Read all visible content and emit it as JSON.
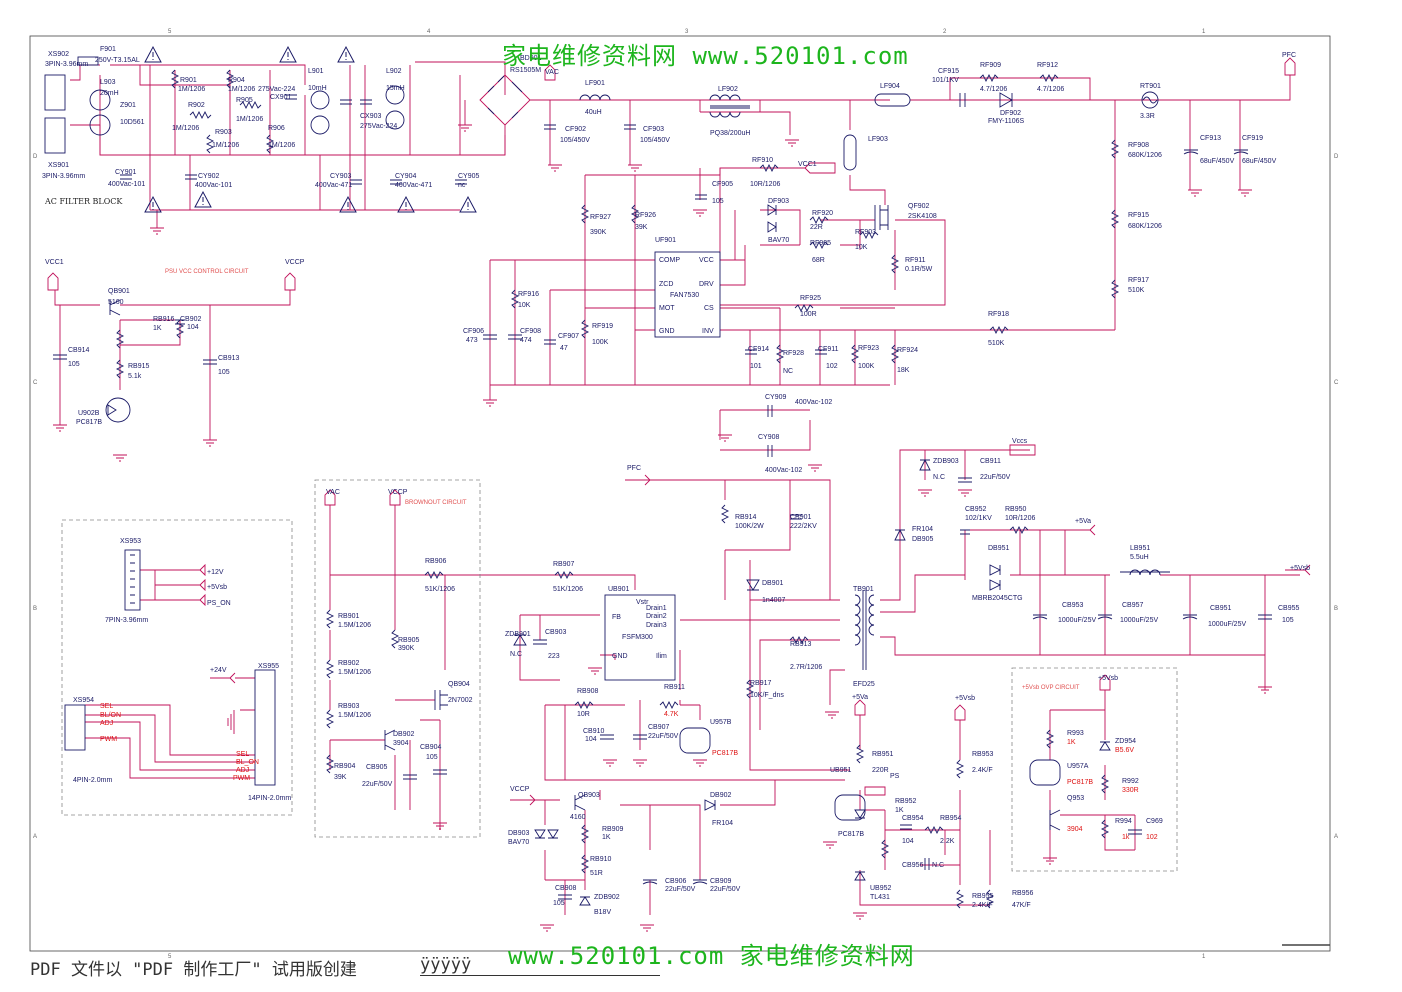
{
  "watermark_top": "家电维修资料网  www.520101.com",
  "watermark_bottom": "www.520101.com 家电维修资料网",
  "footer_text": "PDF 文件以 \"PDF 制作工厂\" 试用版创建",
  "footer_user": "ÿÿÿÿÿ",
  "blocks": {
    "ac_filter": "AC FILTER BLOCK",
    "psu_vcc": "PSU VCC CONTROL CIRCUIT",
    "brownout": "BROWNOUT CIRCUIT",
    "ovp": "+5Vsb OVP CIRCUIT"
  },
  "nets": {
    "vac": "VAC",
    "vcc1": "VCC1",
    "vccp": "VCCP",
    "pfc": "PFC",
    "vccs": "Vccs",
    "p5va": "+5Va",
    "p5vsb": "+5Vsb",
    "p24v": "+24V",
    "p12v": "+12V",
    "ps": "PS",
    "ps_on": "PS_ON"
  },
  "labels": {
    "xs902": "XS902",
    "xs902_v": "3PIN-3.96mm",
    "f901": "F901",
    "f901_v": "250V-T3.15AL",
    "l903": "L903",
    "l903_v": "20mH",
    "z901": "Z901",
    "z901_v": "10D561",
    "xs901": "XS901",
    "xs901_v": "3PIN-3.96mm",
    "r901": "R901",
    "r901_v": "1M/1206",
    "r902": "R902",
    "r902_v": "1M/1206",
    "r903": "R903",
    "r903_v": "1M/1206",
    "r904": "R904",
    "r904_v": "1M/1206",
    "r905": "R905",
    "r905_v": "1M/1206",
    "r906": "R906",
    "r906_v": "1M/1206",
    "cx901": "CX901",
    "cx901_v": "275Vac-224",
    "l901": "L901",
    "l901_v": "10mH",
    "l902": "L902",
    "l902_v": "15mH",
    "cx903": "CX903",
    "cx903_v": "275Vac-224",
    "cy901": "CY901",
    "cy901_v": "400Vac-101",
    "cy902": "CY902",
    "cy902_v": "400Vac-101",
    "cy903": "CY903",
    "cy903_v": "400Vac-471",
    "cy904": "CY904",
    "cy904_v": "400Vac-471",
    "cy905": "CY905",
    "cy905_v": "nc",
    "bd901": "BD901",
    "bd901_v": "RS1505M",
    "lf901": "LF901",
    "lf901_v": "40uH",
    "cf902": "CF902",
    "cf902_v": "105/450V",
    "cf903": "CF903",
    "cf903_v": "105/450V",
    "lf902": "LF902",
    "lf902_v": "PQ38/200uH",
    "lf904": "LF904",
    "lf903": "LF903",
    "cf915": "CF915",
    "cf915_v": "101/1KV",
    "rf909": "RF909",
    "rf909_v": "4.7/1206",
    "rf912": "RF912",
    "rf912_v": "4.7/1206",
    "df902": "DF902",
    "df902_v": "FMY-1106S",
    "rt901": "RT901",
    "rt901_v": "3.3R",
    "rf908": "RF908",
    "rf908_v": "680K/1206",
    "cf913": "CF913",
    "cf913_v": "68uF/450V",
    "cf919": "CF919",
    "cf919_v": "68uF/450V",
    "rf915": "RF915",
    "rf915_v": "680K/1206",
    "rf917": "RF917",
    "rf917_v": "510K",
    "qf902": "QF902",
    "qf902_v": "2SK4108",
    "rf910": "RF910",
    "rf910_v": "10R/1206",
    "cf905": "CF905",
    "cf905_v": "105",
    "df903": "DF903",
    "df903_v": "BAV70",
    "rf920": "RF920",
    "rf920_v": "22R",
    "rf905": "RF905",
    "rf905_v": "68R",
    "rf903": "RF903",
    "rf903_v": "10K",
    "rf911": "RF911",
    "rf911_v": "0.1R/5W",
    "rf927": "RF927",
    "rf927_v": "390K",
    "rf926": "RF926",
    "rf926_v": "39K",
    "uf901": "UF901",
    "uf901_v": "FAN7530",
    "comp": "COMP",
    "zcd": "ZCD",
    "mot": "MOT",
    "gnd": "GND",
    "vcc": "VCC",
    "drv": "DRV",
    "cs": "CS",
    "inv": "INV",
    "rf916": "RF916",
    "rf916_v": "10K",
    "cf906": "CF906",
    "cf906_v": "473",
    "cf908": "CF908",
    "cf908_v": "474",
    "cf907": "CF907",
    "cf907_v": "47",
    "rf919": "RF919",
    "rf919_v": "100K",
    "rf925": "RF925",
    "rf925_v": "100R",
    "rf918": "RF918",
    "rf918_v": "510K",
    "cf914": "CF914",
    "cf914_v": "101",
    "rf928": "RF928",
    "rf928_v": "NC",
    "cf911": "CF911",
    "cf911_v": "102",
    "rf923": "RF923",
    "rf923_v": "100K",
    "rf924": "RF924",
    "rf924_v": "18K",
    "qb901": "QB901",
    "qb901_v": "5160",
    "rb916": "RB916",
    "rb916_v": "1K",
    "cb902": "CB902",
    "cb902_v": "104",
    "cb914": "CB914",
    "cb914_v": "105",
    "cb913": "CB913",
    "cb913_v": "105",
    "rb915": "RB915",
    "rb915_v": "5.1k",
    "u902b": "U902B",
    "u902b_v": "PC817B",
    "cy909": "CY909",
    "cy909_v": "400Vac-102",
    "cy908": "CY908",
    "cy908_v": "400Vac-102",
    "zdb903": "ZDB903",
    "zdb903_v": "N.C",
    "cb911": "CB911",
    "cb911_v": "22uF/50V",
    "rb914": "RB914",
    "rb914_v": "100K/2W",
    "cb901": "CB901",
    "cb901_v": "222/2KV",
    "fr104": "FR104",
    "db905": "DB905",
    "cb952": "CB952",
    "cb952_v": "102/1KV",
    "rb950": "RB950",
    "rb950_v": "10R/1206",
    "db951": "DB951",
    "db951_v": "MBRB2045CTG",
    "lb951": "LB951",
    "lb951_v": "5.5uH",
    "cb953": "CB953",
    "cb953_v": "1000uF/25V",
    "cb957": "CB957",
    "cb957_v": "1000uF/25V",
    "cb951": "CB951",
    "cb951_v": "1000uF/25V",
    "cb955": "CB955",
    "cb955_v": "105",
    "db901": "DB901",
    "db901_v": "1n4007",
    "tb901": "TB901",
    "tb901_v": "EFD25",
    "xs953": "XS953",
    "xs953_v": "7PIN-3.96mm",
    "xs954": "XS954",
    "xs954_v": "4PIN-2.0mm",
    "xs955": "XS955",
    "xs955_v": "14PIN-2.0mm",
    "sel": "SEL",
    "blon": "BL/ON",
    "adj": "ADJ",
    "pwm": "PWM",
    "bl_on": "BL_ON",
    "rb906": "RB906",
    "rb906_v": "51K/1206",
    "rb907": "RB907",
    "rb907_v": "51K/1206",
    "rb901": "RB901",
    "rb901_v": "1.5M/1206",
    "rb902": "RB902",
    "rb902_v": "1.5M/1206",
    "rb903": "RB903",
    "rb903_v": "1.5M/1206",
    "rb905": "RB905",
    "rb905_v": "390K",
    "qb904": "QB904",
    "qb904_v": "2N7002",
    "db902": "DB902",
    "db902_v": "3904",
    "rb904": "RB904",
    "rb904_v": "39K",
    "cb905": "CB905",
    "cb905_v": "22uF/50V",
    "cb904": "CB904",
    "cb904_v": "105",
    "ub901": "UB901",
    "ub901_v": "FSFM300",
    "fb": "FB",
    "vstr": "Vstr",
    "drain1": "Drain1",
    "drain2": "Drain2",
    "drain3": "Drain3",
    "ilim": "Ilim",
    "zdb901": "ZDB901",
    "zdb901_v": "N.C",
    "cb903": "CB903",
    "cb903_v": "223",
    "rb913": "RB913",
    "rb913_v": "2.7R/1206",
    "rb917": "RB917",
    "rb917_v": "10K/F_dns",
    "rb908": "RB908",
    "rb908_v": "10R",
    "rb911": "RB911",
    "rb911_v": "4.7K",
    "cb910": "CB910",
    "cb910_v": "104",
    "cb907": "CB907",
    "cb907_v": "22uF/50V",
    "u957b": "U957B",
    "u957b_v": "PC817B",
    "qb903": "QB903",
    "qb903_v": "4160",
    "db903": "DB903",
    "db903_v": "BAV70",
    "rb909": "RB909",
    "rb909_v": "1K",
    "rb910": "RB910",
    "rb910_v": "51R",
    "cb908": "CB908",
    "cb908_v": "105",
    "zdb902": "ZDB902",
    "zdb902_v": "B18V",
    "cb906": "CB906",
    "cb906_v": "22uF/50V",
    "cb909": "CB909",
    "cb909_v": "22uF/50V",
    "db902d": "DB902",
    "fr104b": "FR104",
    "rb951": "RB951",
    "rb951_v": "220R",
    "ub951": "UB951",
    "ub951_v": "PC817B",
    "rb952": "RB952",
    "rb952_v": "1K",
    "cb954": "CB954",
    "cb954_v": "104",
    "rb954": "RB954",
    "rb954_v": "2.2K",
    "cb956": "CB956",
    "cb956_v": "N.C",
    "rb953": "RB953",
    "rb953_v": "2.4K/F",
    "ub952": "UB952",
    "ub952_v": "TL431",
    "rb955": "RB955",
    "rb955_v": "2.4K/F",
    "rb956": "RB956",
    "rb956_v": "47K/F",
    "r993": "R993",
    "r993_v": "1K",
    "zd954": "ZD954",
    "zd954_v": "B5.6V",
    "u957a": "U957A",
    "u957a_v": "PC817B",
    "r992": "R992",
    "r992_v": "330R",
    "q953": "Q953",
    "q953_v": "3904",
    "r994": "R994",
    "r994_v": "1k",
    "c969": "C969",
    "c969_v": "102"
  },
  "grid": {
    "cols": [
      "5",
      "4",
      "3",
      "2",
      "1"
    ],
    "rows": [
      "D",
      "C",
      "B",
      "A"
    ]
  },
  "colors": {
    "wire": "#c0105a",
    "component": "#1a1a66",
    "watermark": "#1db51d",
    "frame": "#444444"
  }
}
